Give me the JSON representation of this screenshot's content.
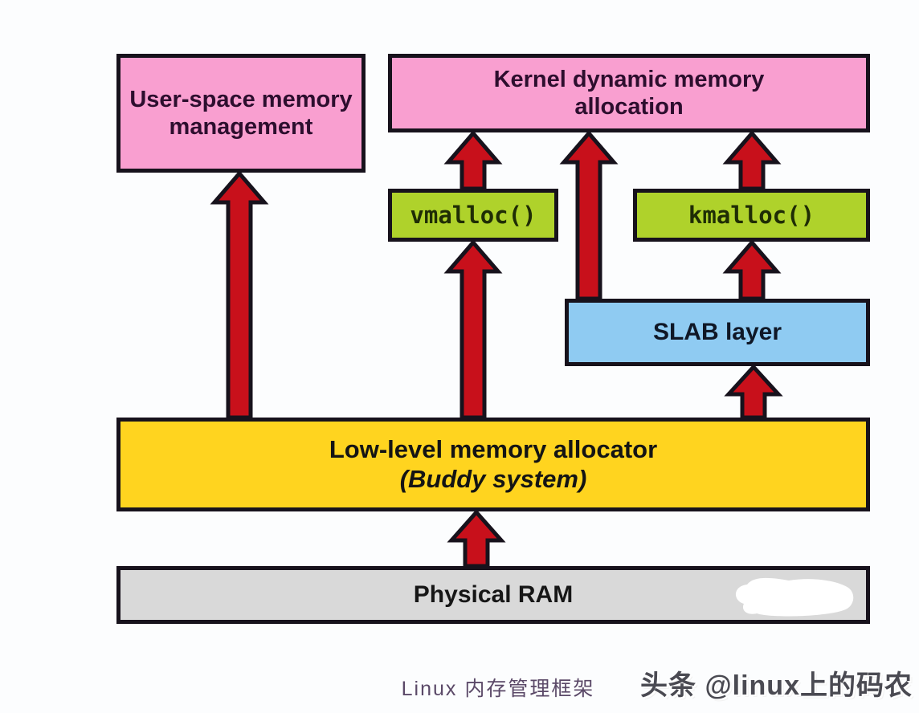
{
  "page": {
    "caption": "Linux 内存管理框架",
    "watermark": "头条 @linux上的码农"
  },
  "boxes": {
    "user_space": {
      "label": "User-space memory management",
      "bg": "#f99fd0",
      "text_color": "#2d0e2e"
    },
    "kernel": {
      "label": "Kernel dynamic memory allocation",
      "bg": "#f99fd0",
      "text_color": "#2d0e2e"
    },
    "vmalloc": {
      "label": "vmalloc()",
      "bg": "#afd22b",
      "text_color": "#1f2d05"
    },
    "kmalloc": {
      "label": "kmalloc()",
      "bg": "#afd22b",
      "text_color": "#1f2d05"
    },
    "slab": {
      "label": "SLAB layer",
      "bg": "#8fcbf2",
      "text_color": "#0f1726"
    },
    "buddy": {
      "label_line1": "Low-level memory allocator",
      "label_line2": "(Buddy system)",
      "bg": "#ffd41f",
      "text_color": "#141414"
    },
    "ram": {
      "label": "Physical RAM",
      "bg": "#d9d9d9",
      "text_color": "#161616"
    }
  },
  "connections": [
    {
      "from": "buddy",
      "to": "user_space"
    },
    {
      "from": "buddy",
      "to": "vmalloc"
    },
    {
      "from": "vmalloc",
      "to": "kernel"
    },
    {
      "from": "slab",
      "to": "kernel"
    },
    {
      "from": "kmalloc",
      "to": "kernel"
    },
    {
      "from": "slab",
      "to": "kmalloc"
    },
    {
      "from": "buddy",
      "to": "slab"
    },
    {
      "from": "ram",
      "to": "buddy"
    }
  ],
  "colors": {
    "arrow_fill": "#c8101b",
    "arrow_outline": "#17121c",
    "box_border": "#17121c",
    "caption_color": "#5b4968",
    "background": "#fcfdfe"
  }
}
